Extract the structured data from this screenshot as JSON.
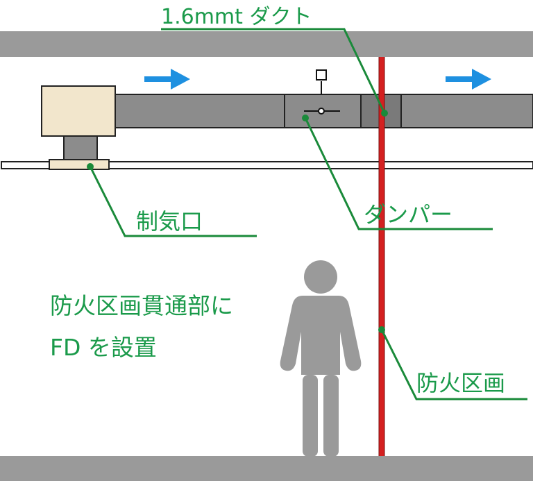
{
  "labels": {
    "duct": "1.6mmt ダクト",
    "damper": "ダンパー",
    "diffuser": "制気口",
    "fire_compartment": "防火区画",
    "note_line1": "防火区画貫通部に",
    "note_line2": "FD を設置"
  },
  "colors": {
    "label_green": "#1a9a4a",
    "leader_green": "#1a8a3a",
    "slab_gray": "#9a9a9a",
    "duct_gray": "#8c8c8c",
    "fire_wall_red": "#d42020",
    "flow_arrow_blue": "#1e90e0",
    "box_cream": "#f2e6cc",
    "person_gray": "#9a9a9a"
  },
  "icons": {
    "flow_arrows": "right-arrow",
    "person": "person-icon",
    "damper_actuator": "square-actuator-icon"
  }
}
